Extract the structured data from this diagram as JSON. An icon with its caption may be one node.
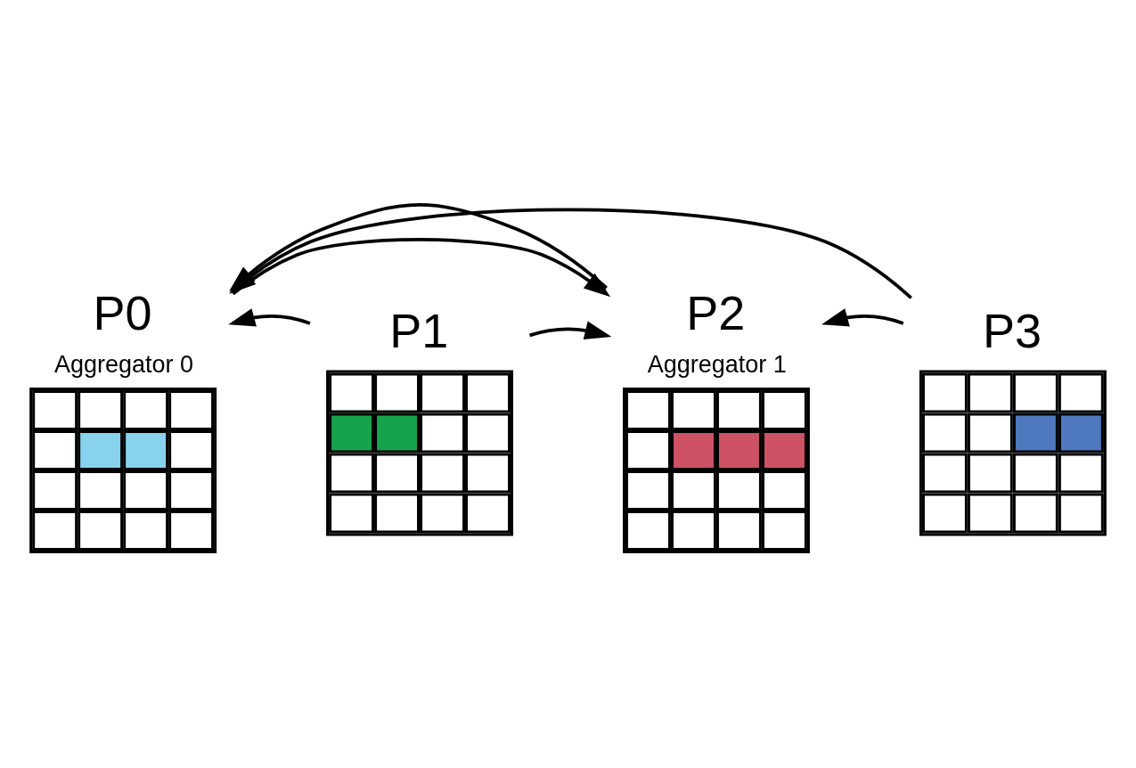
{
  "diagram": {
    "nodes": [
      {
        "text": [
          "P0",
          "Aggregator 0"
        ]
      },
      {
        "text": [
          "P1"
        ]
      },
      {
        "text": [
          "P2",
          "Aggregator 1"
        ]
      },
      {
        "text": [
          "P3"
        ]
      }
    ],
    "edges": [
      {
        "from": 0,
        "to": 2,
        "arrow": "to"
      },
      {
        "from": 1,
        "to": 2,
        "arrow": "to"
      },
      {
        "from": 3,
        "to": 2,
        "arrow": "to"
      },
      {
        "from": 1,
        "to": 0,
        "arrow": "to"
      },
      {
        "from": 2,
        "to": 0,
        "arrow": "to"
      },
      {
        "from": 3,
        "to": 0,
        "arrow": "to"
      }
    ]
  }
}
